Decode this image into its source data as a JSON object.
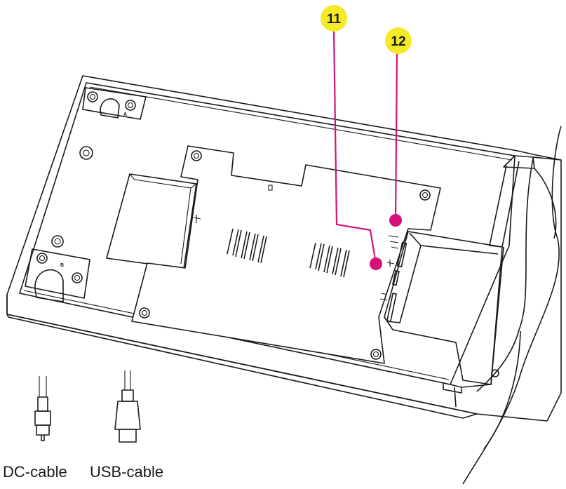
{
  "callouts": [
    {
      "id": "11",
      "label": "11"
    },
    {
      "id": "12",
      "label": "12"
    }
  ],
  "captions": {
    "dc_cable": "DC-cable",
    "usb_cable": "USB-cable"
  },
  "corner_markers": {
    "a": "A",
    "b": "B"
  },
  "colors": {
    "callout_badge": "#f4ea2a",
    "leader_line": "#d4127a",
    "ink": "#1a1a1a"
  }
}
